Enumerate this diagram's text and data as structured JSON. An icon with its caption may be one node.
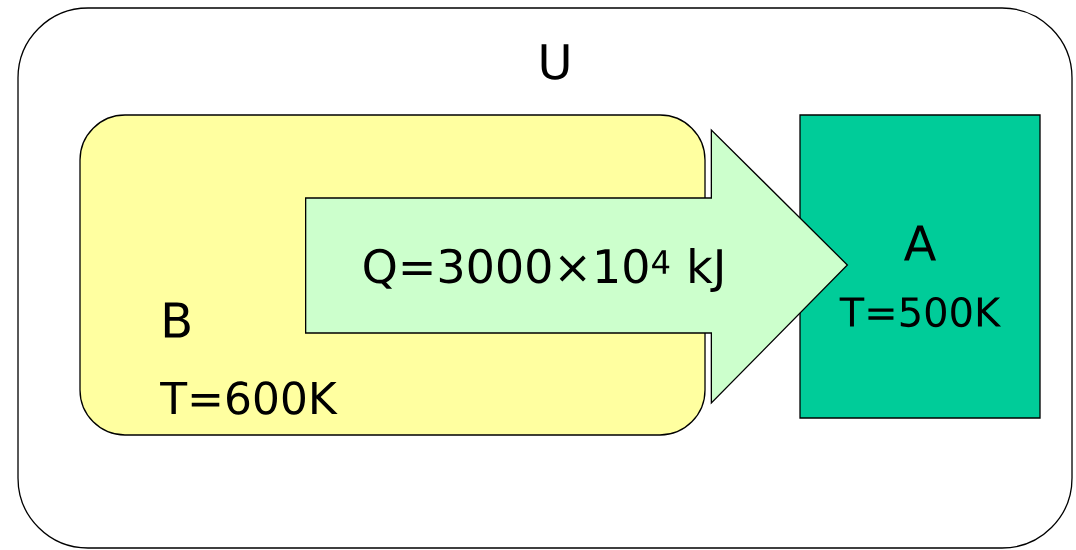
{
  "diagram": {
    "nodes": [
      {
        "text": [
          "U"
        ]
      },
      {
        "text": [
          "B",
          "T=600K"
        ],
        "in": 0
      },
      {
        "text": [
          "A",
          "T=500K"
        ],
        "in": 0
      }
    ],
    "edges": [
      {
        "from": 1,
        "to": 2,
        "arrow": "to",
        "label": "Q=3000×10$^{4}$ kJ",
        "style": "thick",
        "color": "#ccffcc"
      }
    ]
  }
}
